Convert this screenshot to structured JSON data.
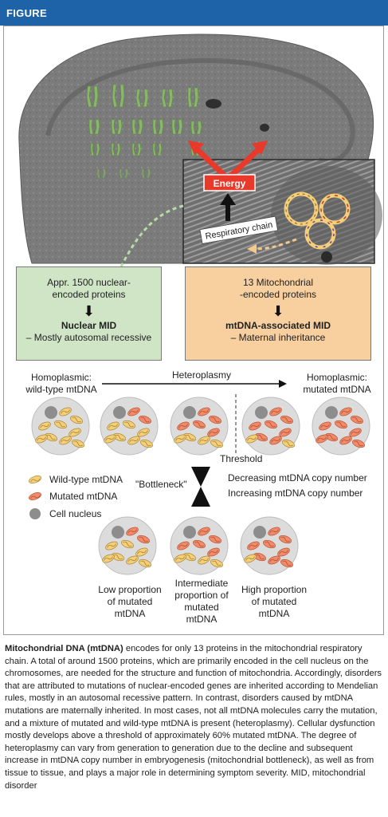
{
  "figure_label": "FIGURE",
  "energy_label": "Energy",
  "respiratory_chain_label": "Respiratory chain",
  "nuclear_box": {
    "line1": "Appr. 1500 nuclear-",
    "line2": "encoded proteins",
    "arrow": "⬇",
    "title": "Nuclear MID",
    "subtitle": "– Mostly autosomal recessive",
    "color": "#cfe5c6"
  },
  "mito_box": {
    "line1": "13 Mitochondrial",
    "line2": "-encoded proteins",
    "arrow": "⬇",
    "title": "mtDNA-associated MID",
    "subtitle": "– Maternal inheritance",
    "color": "#f8cf9f"
  },
  "homoplasmic_wt": {
    "line1": "Homoplasmic:",
    "line2": "wild-type mtDNA"
  },
  "heteroplasmy_label": "Heteroplasmy",
  "homoplasmic_mut": {
    "line1": "Homoplasmic:",
    "line2": "mutated mtDNA"
  },
  "threshold_label": "Threshold",
  "bottleneck_label": "\"Bottleneck\"",
  "legend": {
    "wildtype": "Wild-type mtDNA",
    "mutated": "Mutated mtDNA",
    "nucleus": "Cell nucleus"
  },
  "copy_decrease": "Decreasing mtDNA copy number",
  "copy_increase": "Increasing mtDNA copy number",
  "bottom_labels": {
    "low": [
      "Low proportion",
      "of mutated",
      "mtDNA"
    ],
    "intermediate": [
      "Intermediate",
      "proportion of",
      "mutated",
      "mtDNA"
    ],
    "high": [
      "High proportion",
      "of mutated",
      "mtDNA"
    ]
  },
  "colors": {
    "wildtype": "#f3cf7a",
    "mutated": "#ef8a6a",
    "cell": "#dcdcdc",
    "nucleus": "#8d8d8d",
    "arrow_red": "#e8392b",
    "header": "#1e62a8"
  },
  "caption": {
    "lead": "Mitochondrial DNA (mtDNA)",
    "text": " encodes for only 13 proteins in the mitochondrial respiratory chain. A total of around 1500 proteins, which are primarily encoded in the cell nucleus on the chromosomes, are needed for the structure and function of mitochondria. Accordingly, disorders that are attributed to mutations of nuclear-encoded genes are inherited according to Mendelian rules, mostly in an autosomal recessive pattern. In contrast, disorders caused by mtDNA mutations are maternally inherited. In most cases, not all mtDNA molecules carry the mutation, and a mixture of mutated and wild-type mtDNA is present (heteroplasmy). Cellular dysfunction mostly develops above a threshold of approximately 60% mutated mtDNA. The degree of heteroplasmy can vary from generation to generation due to the decline and subsequent increase in mtDNA copy number in embryogenesis (mitochondrial bottleneck), as well as from tissue to tissue, and plays a major role in determining symptom severity. MID, mitochondrial disorder"
  }
}
